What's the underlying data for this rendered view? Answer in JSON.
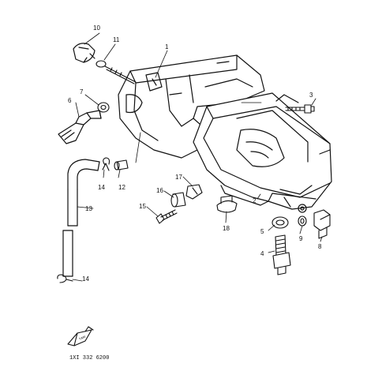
{
  "callouts": {
    "c1": "1",
    "c2": "2",
    "c3": "3",
    "c4": "4",
    "c5": "5",
    "c6": "6",
    "c7": "7",
    "c8": "8",
    "c9": "9",
    "c10": "10",
    "c11": "11",
    "c12": "12",
    "c13": "13",
    "c14a": "14",
    "c14b": "14",
    "c15": "15",
    "c16": "16",
    "c17": "17",
    "c18": "18"
  },
  "footer": {
    "part_code": "1XI 332 6200",
    "badge_text": "YAM"
  },
  "colors": {
    "ink": "#111111",
    "paper": "#ffffff"
  }
}
